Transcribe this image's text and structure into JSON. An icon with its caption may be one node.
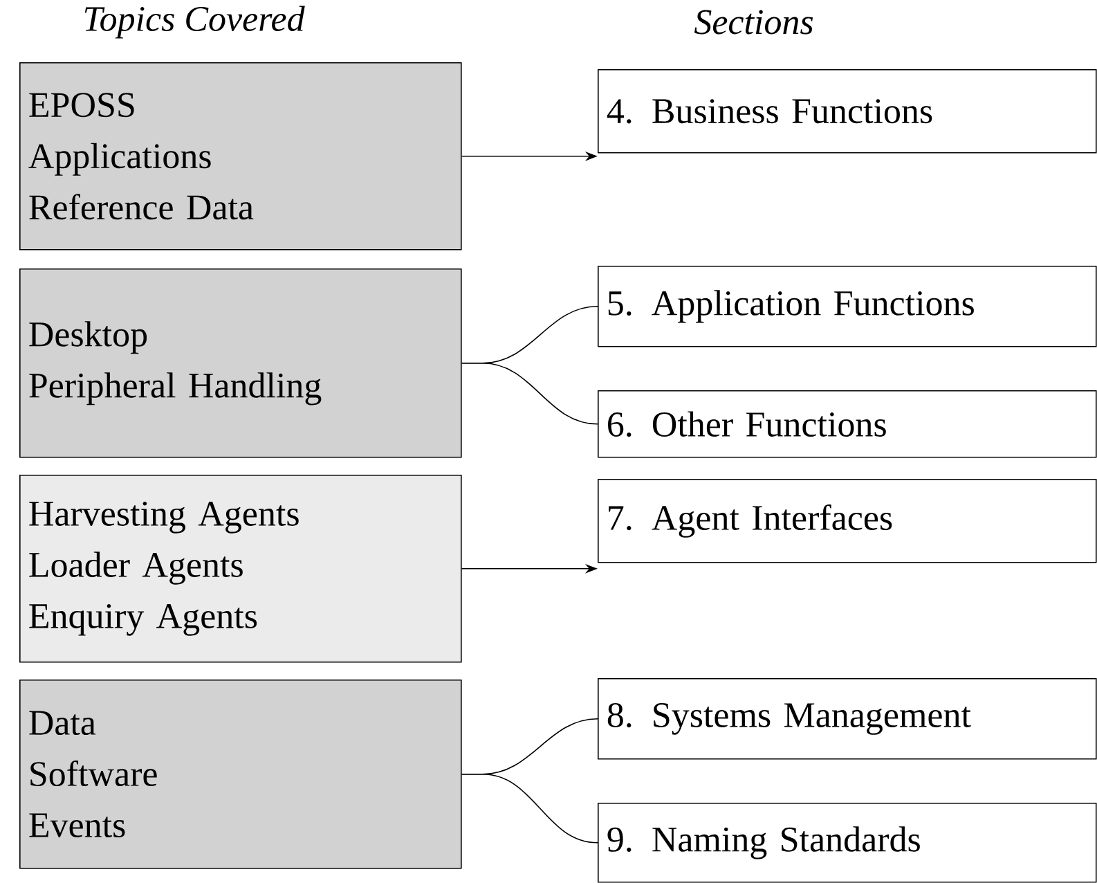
{
  "diagram": {
    "nodes": [
      {
        "text": [
          "EPOSS",
          "Applications",
          "Reference Data"
        ]
      },
      {
        "text": [
          "Desktop",
          "Peripheral Handling"
        ]
      },
      {
        "text": [
          "Harvesting Agents",
          "Loader Agents",
          "Enquiry Agents"
        ]
      },
      {
        "text": [
          "Data",
          "Software",
          "Events"
        ]
      },
      {
        "text": [
          "4. Business Functions"
        ]
      },
      {
        "text": [
          "5. Application Functions"
        ]
      },
      {
        "text": [
          "6. Other Functions"
        ]
      },
      {
        "text": [
          "7. Agent Interfaces"
        ]
      },
      {
        "text": [
          "8. Systems Management"
        ]
      },
      {
        "text": [
          "9. Naming Standards"
        ]
      }
    ],
    "edges": [
      {
        "from": 0,
        "to": 4,
        "arrow": "to"
      },
      {
        "from": 1,
        "to": 5,
        "arrow": "none"
      },
      {
        "from": 1,
        "to": 6,
        "arrow": "none"
      },
      {
        "from": 2,
        "to": 7,
        "arrow": "to"
      },
      {
        "from": 3,
        "to": 8,
        "arrow": "none"
      },
      {
        "from": 3,
        "to": 9,
        "arrow": "none"
      }
    ],
    "labels": [
      "Topics Covered",
      "Sections"
    ]
  }
}
